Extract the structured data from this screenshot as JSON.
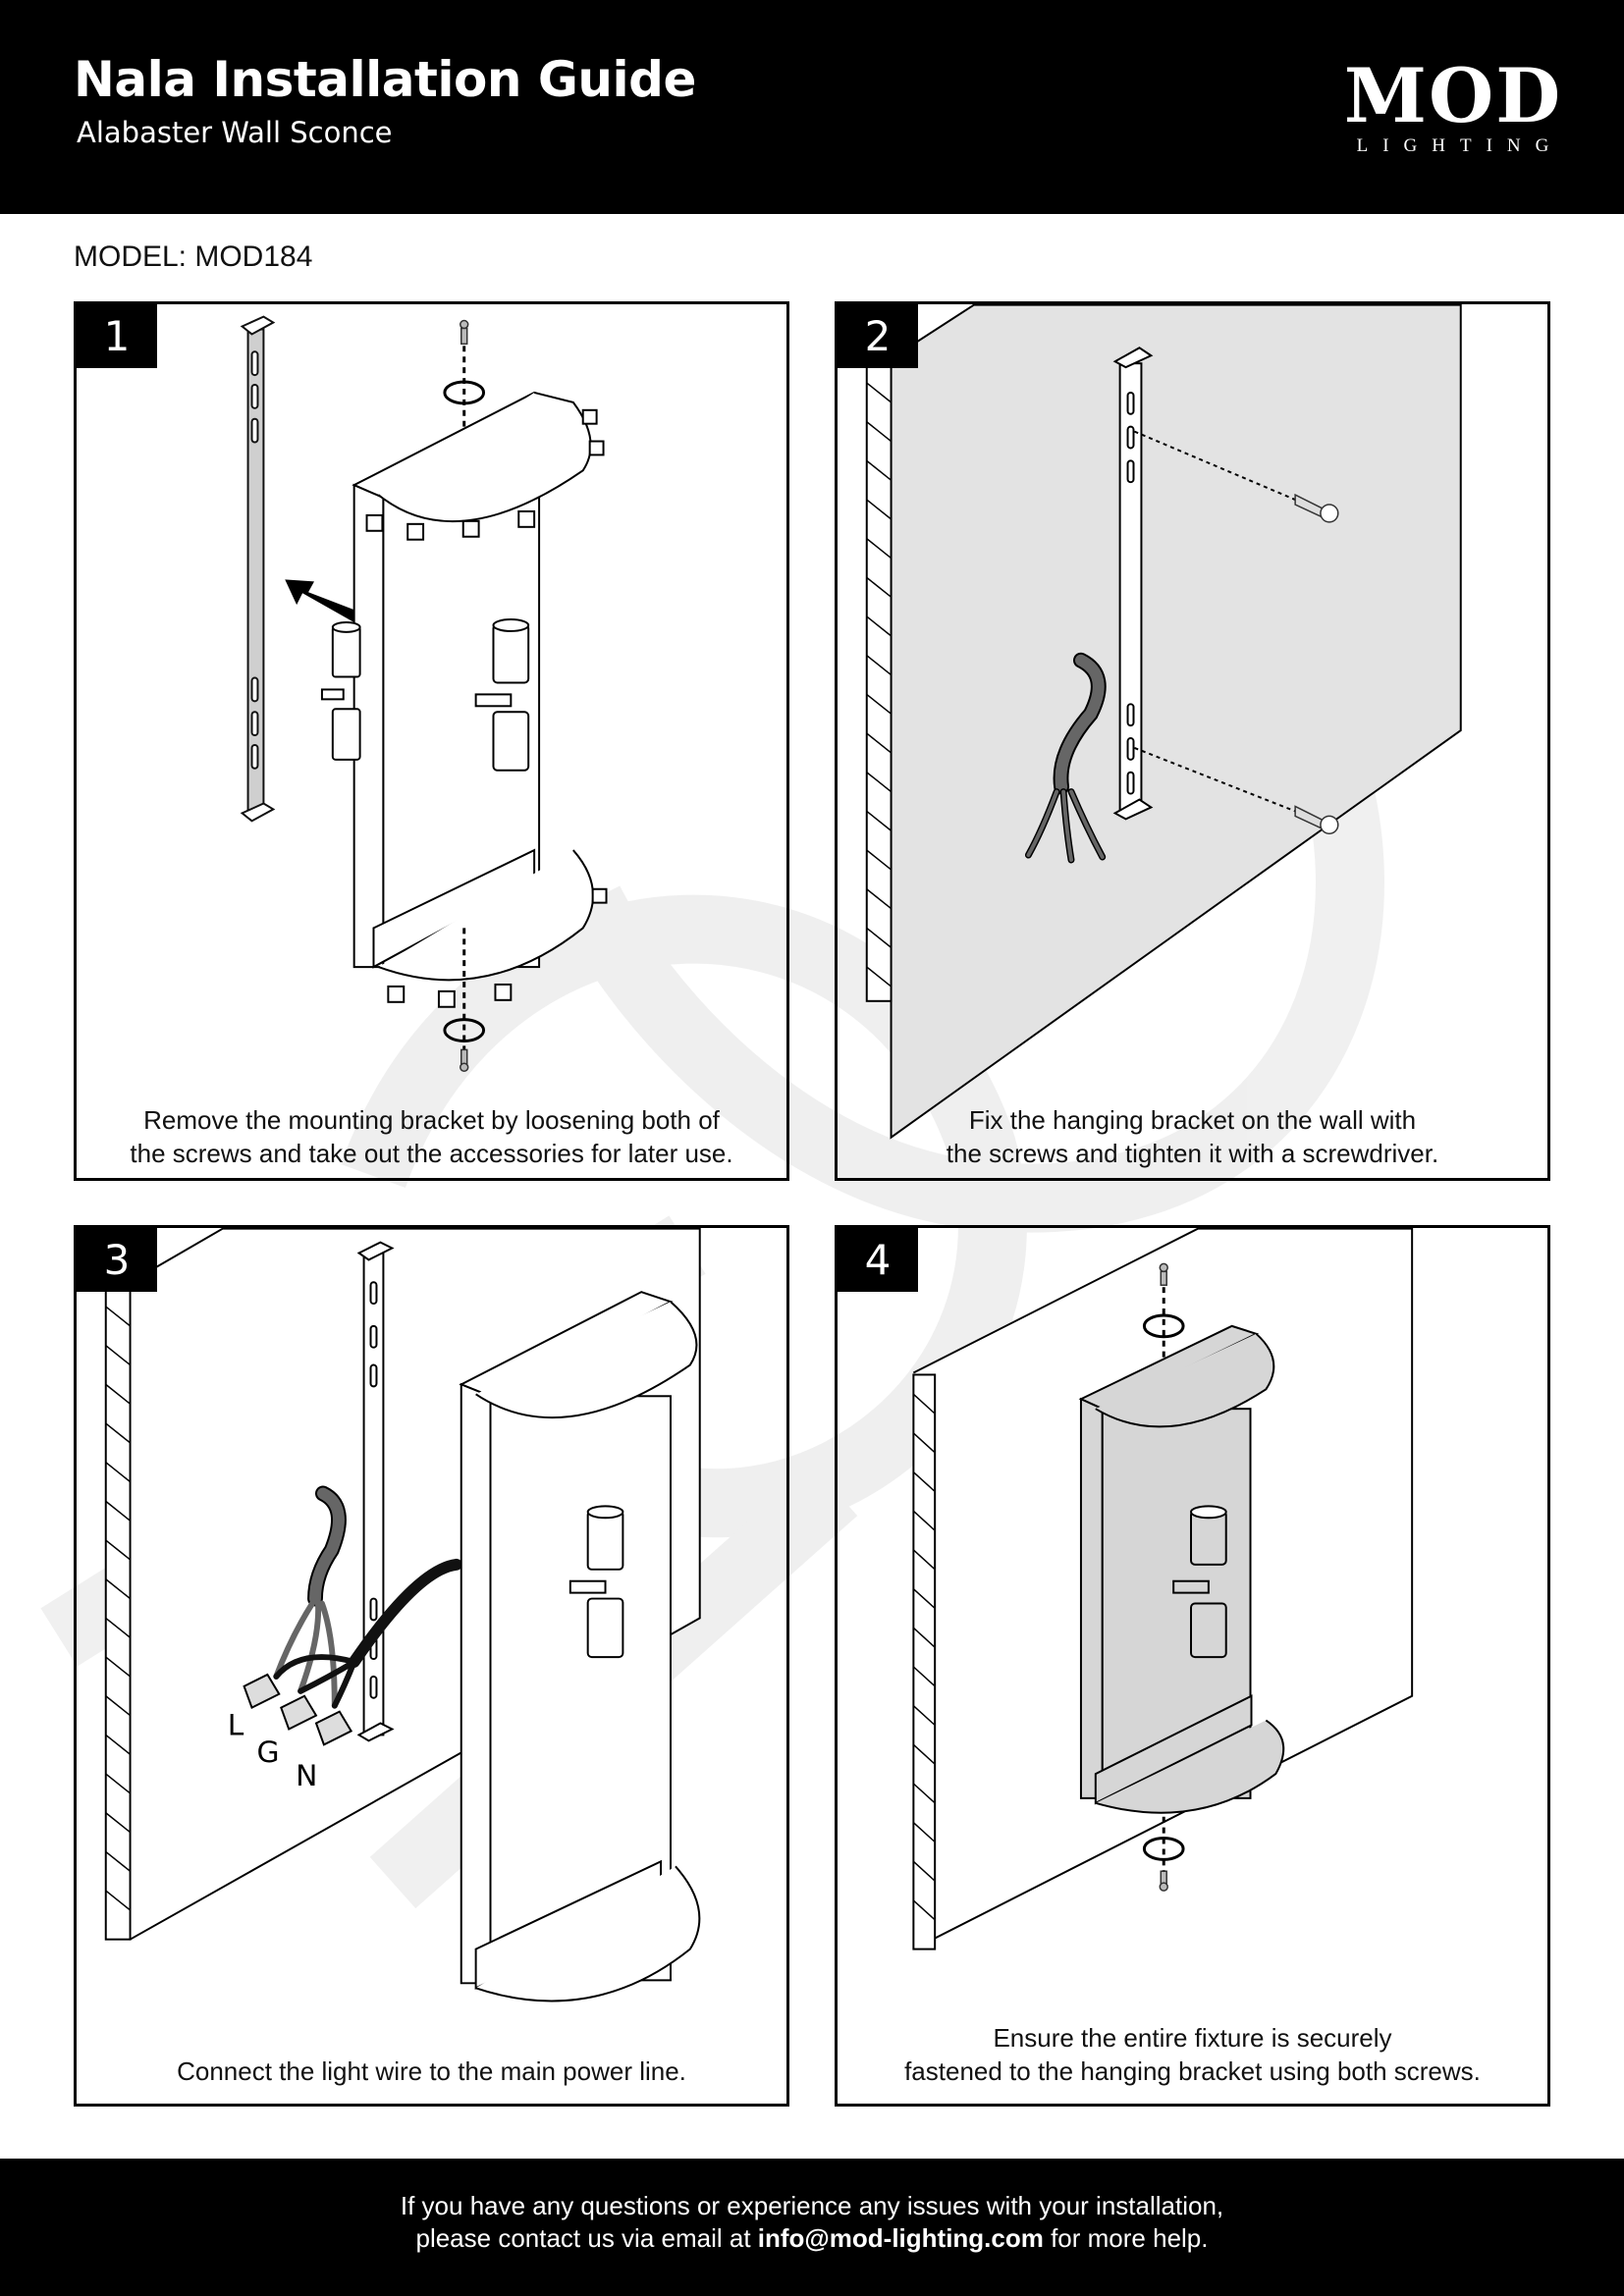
{
  "header": {
    "title": "Nala Installation Guide",
    "subtitle": "Alabaster Wall Sconce",
    "logo_main": "MOD",
    "logo_sub": "LIGHTING"
  },
  "model_label": "MODEL: MOD184",
  "steps": [
    {
      "number": "1",
      "caption_line1": "Remove the mounting bracket by loosening both of",
      "caption_line2": "the screws and take out the accessories for later use."
    },
    {
      "number": "2",
      "caption_line1": "Fix the hanging bracket on the wall with",
      "caption_line2": "the screws and tighten it with a screwdriver."
    },
    {
      "number": "3",
      "caption_line1": "Connect the light wire to the main power line.",
      "caption_line2": ""
    },
    {
      "number": "4",
      "caption_line1": "Ensure the entire fixture is securely",
      "caption_line2": "fastened to the hanging bracket using both screws."
    }
  ],
  "wire_labels": {
    "live": "L",
    "ground": "G",
    "neutral": "N"
  },
  "footer": {
    "line1": "If you have any questions or experience any issues with your installation,",
    "line2_prefix": "please contact us via email at ",
    "email": "info@mod-lighting.com",
    "line2_suffix": " for more help."
  },
  "colors": {
    "header_bg": "#000000",
    "footer_bg": "#000000",
    "wall_fill": "#e3e3e3",
    "fixture_fill": "#d6d6d6",
    "watermark": "#f1f1f1"
  }
}
